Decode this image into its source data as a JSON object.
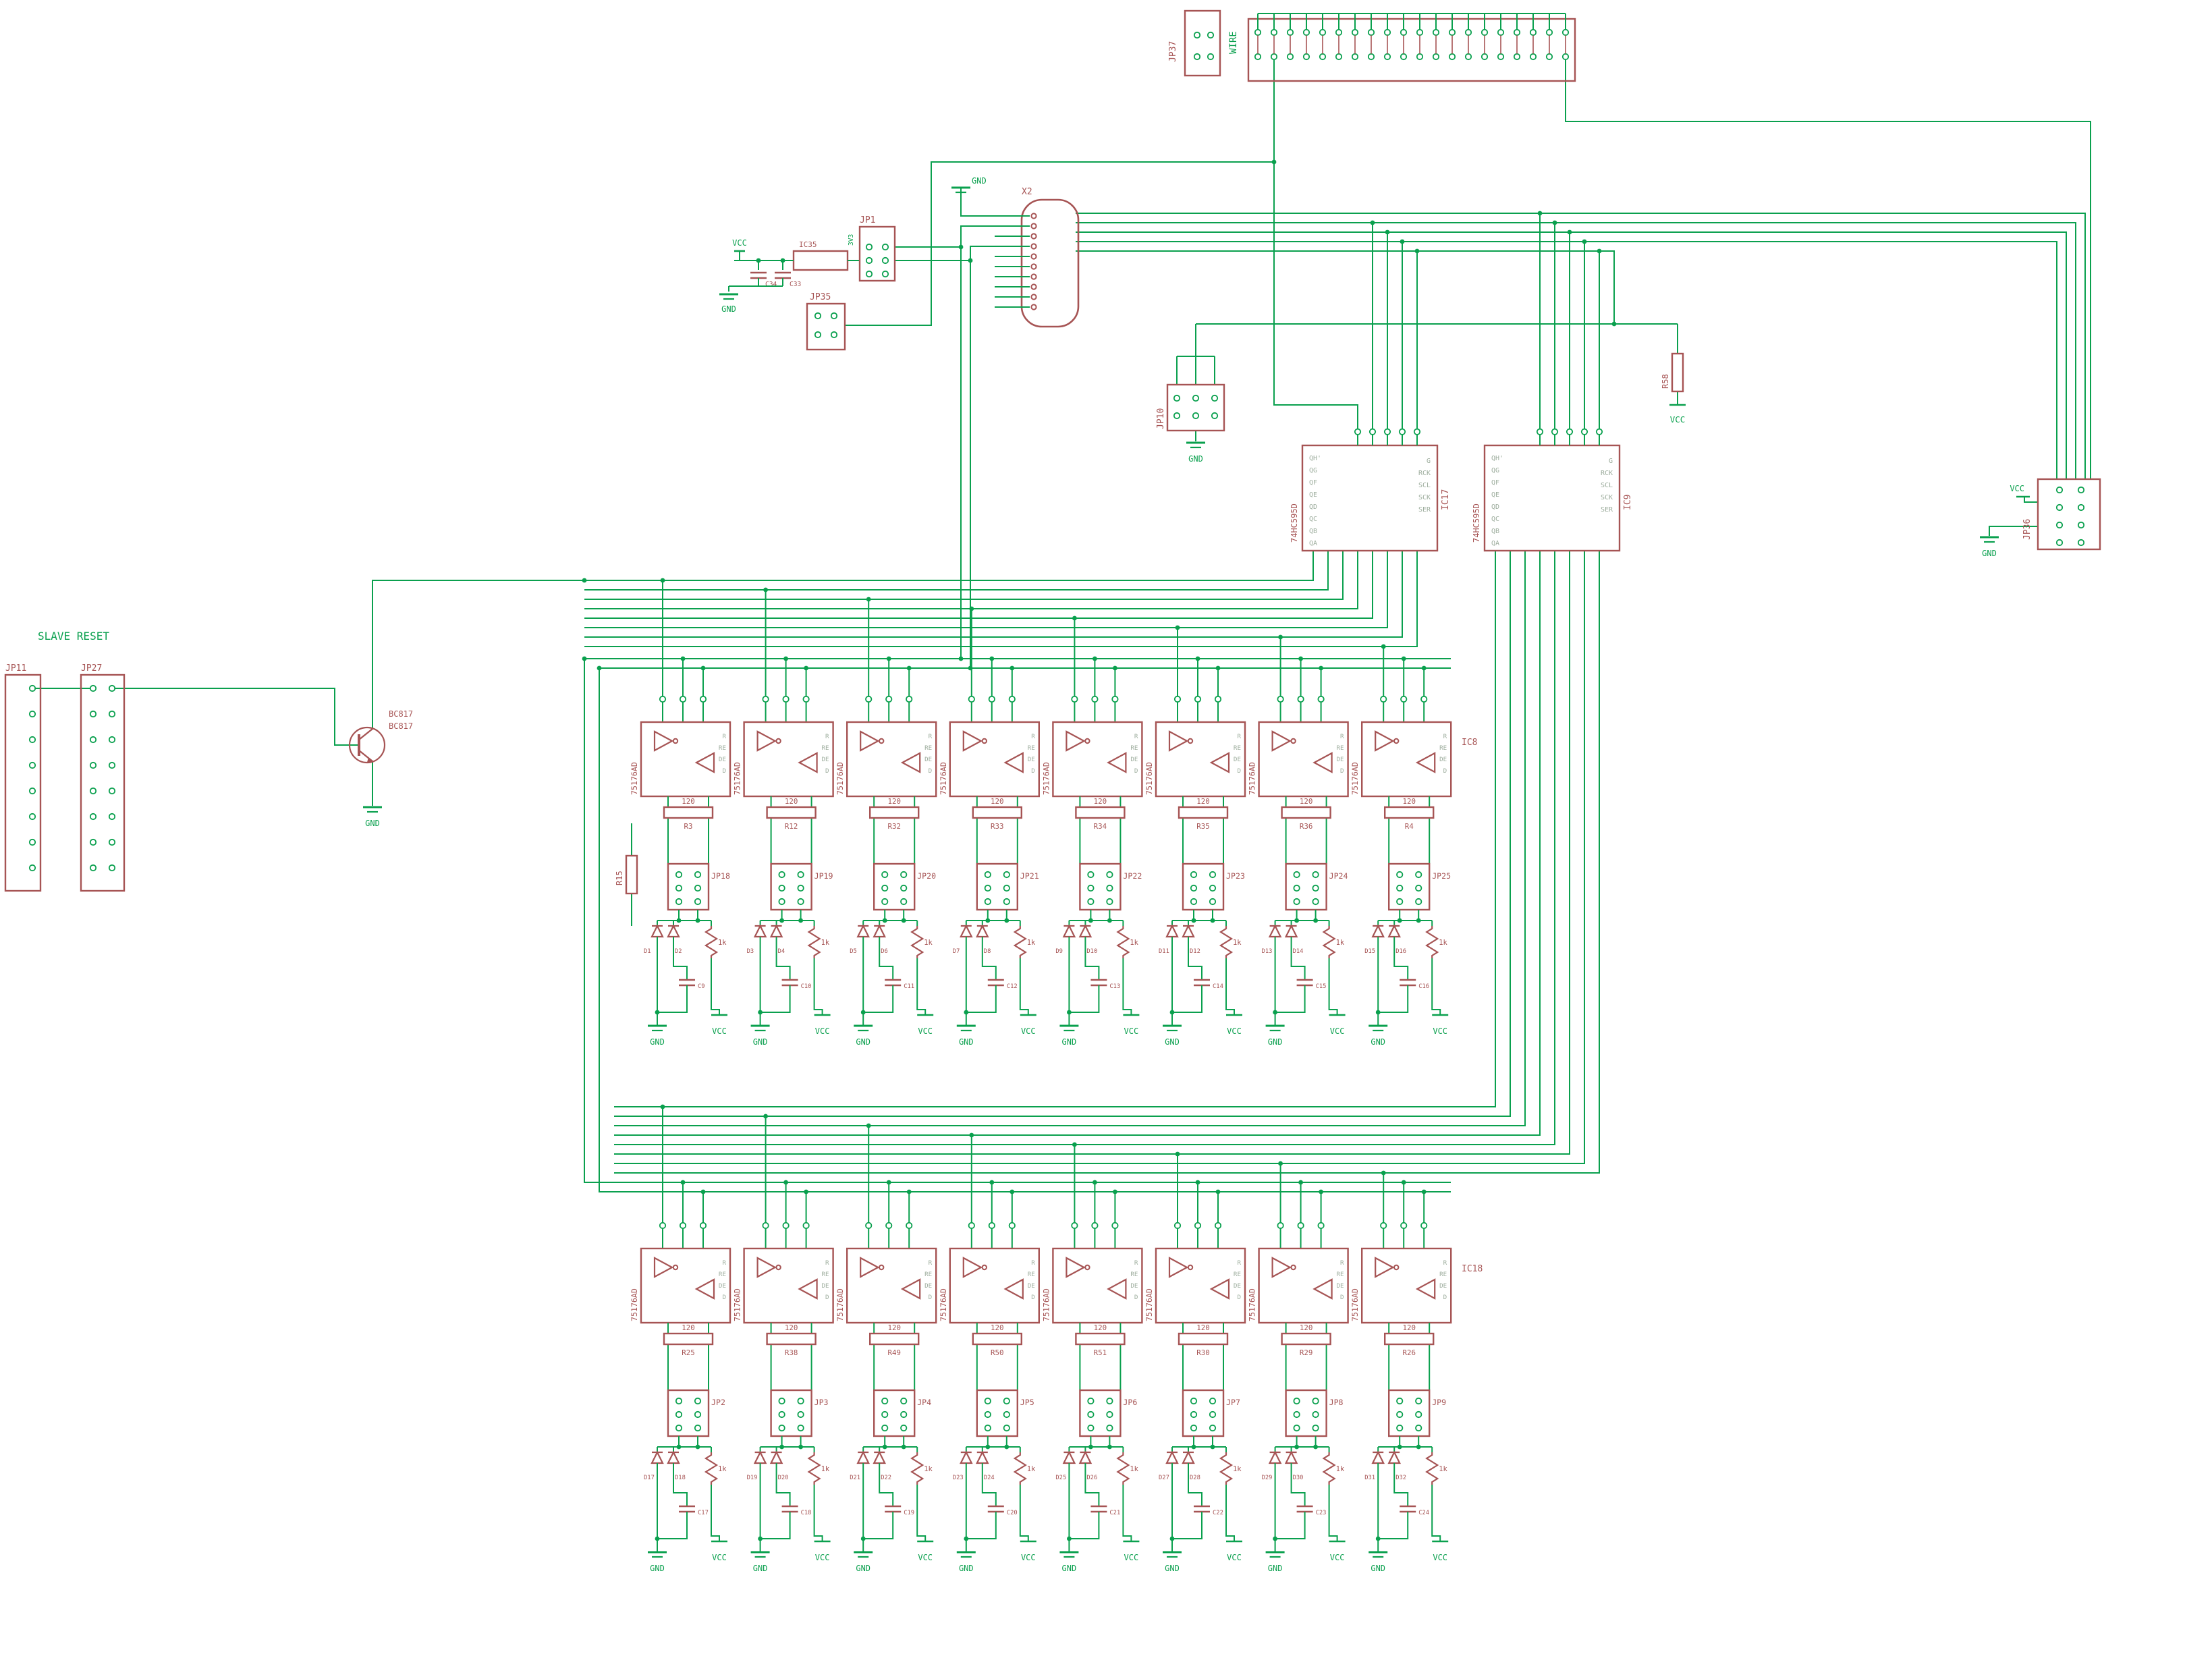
{
  "colors": {
    "wire": "#0aa04e",
    "part": "#a65454",
    "pin_text": "#9dad9d"
  },
  "labels": {
    "gnd": "GND",
    "vcc": "VCC",
    "slave_reset": "SLAVE RESET",
    "wire_header": "WIRE",
    "v3v3": "3V3"
  },
  "driver_part": "75176AD",
  "driver_pins": [
    "R",
    "RE",
    "DE",
    "D"
  ],
  "shift": {
    "part": "74HC595D",
    "left_pins": [
      "QH'",
      "QG",
      "QF",
      "QE",
      "QD",
      "QC",
      "QB",
      "QA"
    ],
    "right_pins": [
      "G",
      "RCK",
      "SCL",
      "SCK",
      "SER"
    ],
    "units": [
      {
        "name": "IC17"
      },
      {
        "name": "IC9"
      }
    ]
  },
  "top": {
    "jp37": "JP37",
    "x2": "X2",
    "jp1": "JP1",
    "jp35": "JP35",
    "jp10": "JP10",
    "jp36": "JP36",
    "ic35": "IC35",
    "c33": "C33",
    "c34": "C34",
    "r58": "R58"
  },
  "left": {
    "jp11": "JP11",
    "jp27": "JP27",
    "r15": "R15",
    "q_name": "BC817",
    "q_value": "BC817"
  },
  "bank1": {
    "ic_label": "IC8",
    "channels": [
      {
        "res": "R3",
        "res_val": "120",
        "jp": "JP18",
        "r2": "1k",
        "cap": "C9",
        "d1": "D1",
        "d2": "D2"
      },
      {
        "res": "R12",
        "res_val": "120",
        "jp": "JP19",
        "r2": "1k",
        "cap": "C10",
        "d1": "D3",
        "d2": "D4"
      },
      {
        "res": "R32",
        "res_val": "120",
        "jp": "JP20",
        "r2": "1k",
        "cap": "C11",
        "d1": "D5",
        "d2": "D6"
      },
      {
        "res": "R33",
        "res_val": "120",
        "jp": "JP21",
        "r2": "1k",
        "cap": "C12",
        "d1": "D7",
        "d2": "D8"
      },
      {
        "res": "R34",
        "res_val": "120",
        "jp": "JP22",
        "r2": "1k",
        "cap": "C13",
        "d1": "D9",
        "d2": "D10"
      },
      {
        "res": "R35",
        "res_val": "120",
        "jp": "JP23",
        "r2": "1k",
        "cap": "C14",
        "d1": "D11",
        "d2": "D12"
      },
      {
        "res": "R36",
        "res_val": "120",
        "jp": "JP24",
        "r2": "1k",
        "cap": "C15",
        "d1": "D13",
        "d2": "D14"
      },
      {
        "res": "R4",
        "res_val": "120",
        "jp": "JP25",
        "r2": "1k",
        "cap": "C16",
        "d1": "D15",
        "d2": "D16"
      }
    ]
  },
  "bank2": {
    "ic_label": "IC18",
    "channels": [
      {
        "res": "R25",
        "res_val": "120",
        "jp": "JP2",
        "r2": "1k",
        "cap": "C17",
        "d1": "D17",
        "d2": "D18"
      },
      {
        "res": "R38",
        "res_val": "120",
        "jp": "JP3",
        "r2": "1k",
        "cap": "C18",
        "d1": "D19",
        "d2": "D20"
      },
      {
        "res": "R49",
        "res_val": "120",
        "jp": "JP4",
        "r2": "1k",
        "cap": "C19",
        "d1": "D21",
        "d2": "D22"
      },
      {
        "res": "R50",
        "res_val": "120",
        "jp": "JP5",
        "r2": "1k",
        "cap": "C20",
        "d1": "D23",
        "d2": "D24"
      },
      {
        "res": "R51",
        "res_val": "120",
        "jp": "JP6",
        "r2": "1k",
        "cap": "C21",
        "d1": "D25",
        "d2": "D26"
      },
      {
        "res": "R30",
        "res_val": "120",
        "jp": "JP7",
        "r2": "1k",
        "cap": "C22",
        "d1": "D27",
        "d2": "D28"
      },
      {
        "res": "R29",
        "res_val": "120",
        "jp": "JP8",
        "r2": "1k",
        "cap": "C23",
        "d1": "D29",
        "d2": "D30"
      },
      {
        "res": "R26",
        "res_val": "120",
        "jp": "JP9",
        "r2": "1k",
        "cap": "C24",
        "d1": "D31",
        "d2": "D32"
      }
    ]
  }
}
